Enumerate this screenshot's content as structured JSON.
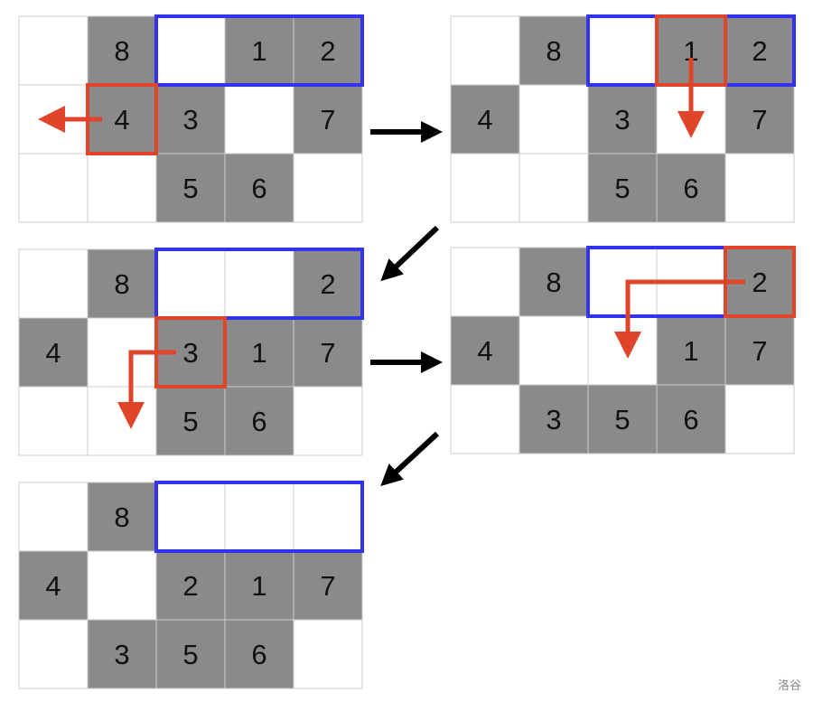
{
  "title": "",
  "watermark": "洛谷",
  "colors": {
    "tile": "#8a8a8a",
    "empty": "#ffffff",
    "grid_line": "#cccccc",
    "target_zone": "#3333ee",
    "move_highlight": "#e0442a",
    "flow_arrow": "#000000"
  },
  "steps": [
    {
      "grid": [
        [
          "",
          "8",
          "",
          "1",
          "2"
        ],
        [
          "",
          "4",
          "3",
          "",
          "7"
        ],
        [
          "",
          "",
          "5",
          "6",
          ""
        ]
      ],
      "target_zone": {
        "row": 0,
        "col_start": 2,
        "col_end": 4
      },
      "move": {
        "tile": "4",
        "from": [
          1,
          1
        ],
        "direction": "left"
      }
    },
    {
      "grid": [
        [
          "",
          "8",
          "",
          "1",
          "2"
        ],
        [
          "4",
          "",
          "3",
          "",
          "7"
        ],
        [
          "",
          "",
          "5",
          "6",
          ""
        ]
      ],
      "target_zone": {
        "row": 0,
        "col_start": 2,
        "col_end": 4
      },
      "move": {
        "tile": "1",
        "from": [
          0,
          3
        ],
        "direction": "down"
      }
    },
    {
      "grid": [
        [
          "",
          "8",
          "",
          "",
          "2"
        ],
        [
          "4",
          "",
          "3",
          "1",
          "7"
        ],
        [
          "",
          "",
          "5",
          "6",
          ""
        ]
      ],
      "target_zone": {
        "row": 0,
        "col_start": 2,
        "col_end": 4
      },
      "move": {
        "tile": "3",
        "from": [
          1,
          2
        ],
        "direction": "left-then-down"
      }
    },
    {
      "grid": [
        [
          "",
          "8",
          "",
          "",
          "2"
        ],
        [
          "4",
          "",
          "",
          "1",
          "7"
        ],
        [
          "",
          "3",
          "5",
          "6",
          ""
        ]
      ],
      "target_zone": {
        "row": 0,
        "col_start": 2,
        "col_end": 4
      },
      "move": {
        "tile": "2",
        "from": [
          0,
          4
        ],
        "direction": "left-then-down"
      }
    },
    {
      "grid": [
        [
          "",
          "8",
          "",
          "",
          ""
        ],
        [
          "4",
          "",
          "2",
          "1",
          "7"
        ],
        [
          "",
          "3",
          "5",
          "6",
          ""
        ]
      ],
      "target_zone": {
        "row": 0,
        "col_start": 2,
        "col_end": 4
      },
      "move": null
    }
  ],
  "flow_arrows": [
    {
      "from_step": 1,
      "to_step": 2,
      "direction": "right"
    },
    {
      "from_step": 2,
      "to_step": 3,
      "direction": "down-left"
    },
    {
      "from_step": 3,
      "to_step": 4,
      "direction": "right"
    },
    {
      "from_step": 4,
      "to_step": 5,
      "direction": "down-left"
    }
  ]
}
